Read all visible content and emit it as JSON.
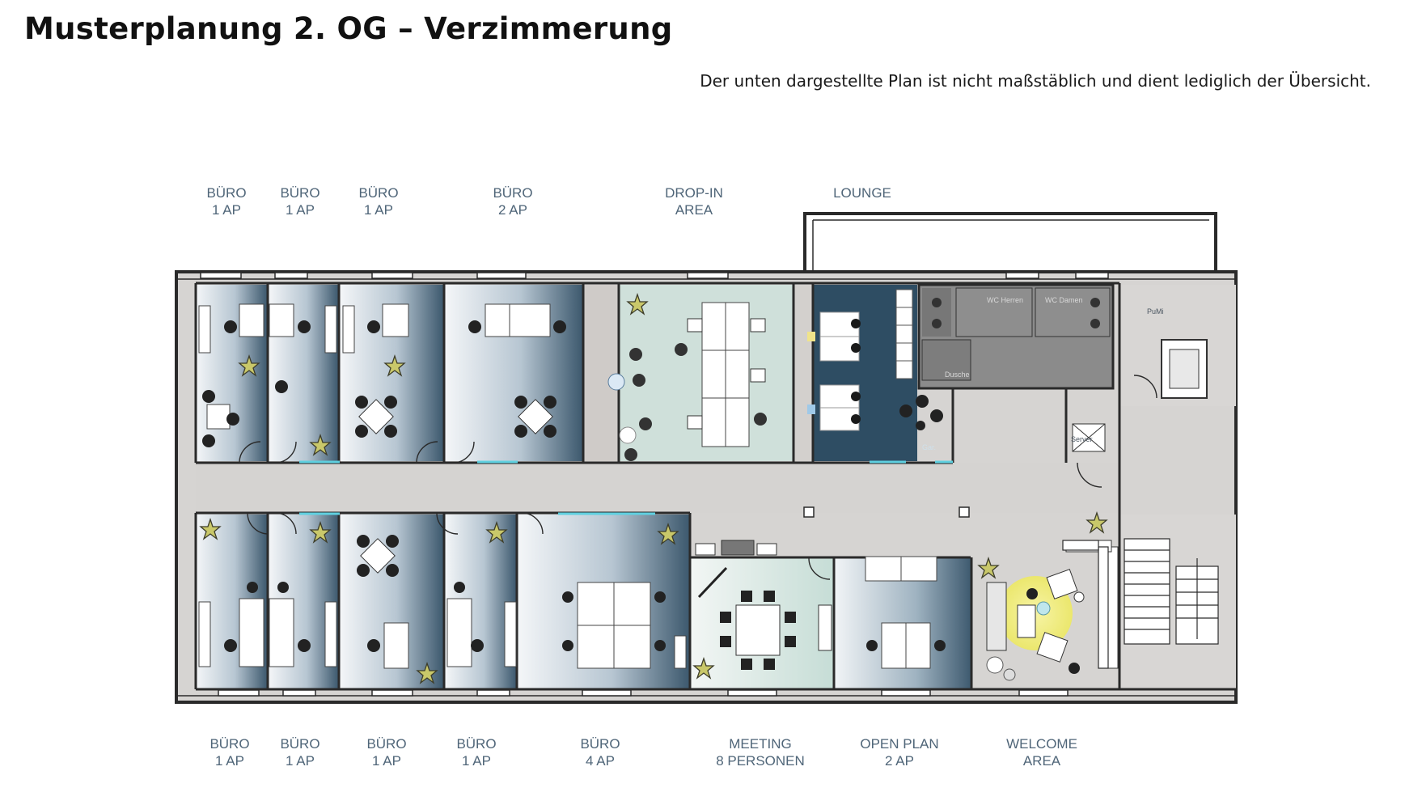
{
  "header": {
    "title": "Musterplanung 2. OG – Verzimmerung",
    "note": "Der unten dargestellte Plan ist nicht maßstäblich und dient lediglich der Übersicht."
  },
  "top_labels": [
    {
      "line1": "BÜRO",
      "line2": "1 AP"
    },
    {
      "line1": "BÜRO",
      "line2": "1 AP"
    },
    {
      "line1": "BÜRO",
      "line2": "1 AP"
    },
    {
      "line1": "BÜRO",
      "line2": "2 AP"
    },
    {
      "line1": "DROP-IN",
      "line2": "AREA"
    },
    {
      "line1": "LOUNGE",
      "line2": ""
    }
  ],
  "bottom_labels": [
    {
      "line1": "BÜRO",
      "line2": "1 AP"
    },
    {
      "line1": "BÜRO",
      "line2": "1 AP"
    },
    {
      "line1": "BÜRO",
      "line2": "1 AP"
    },
    {
      "line1": "BÜRO",
      "line2": "1 AP"
    },
    {
      "line1": "BÜRO",
      "line2": "4 AP"
    },
    {
      "line1": "MEETING",
      "line2": "8 PERSONEN"
    },
    {
      "line1": "OPEN PLAN",
      "line2": "2 AP"
    },
    {
      "line1": "WELCOME",
      "line2": "AREA"
    }
  ],
  "small_labels": {
    "wc_herren": "WC Herren",
    "wc_damen": "WC Damen",
    "dusche": "Dusche",
    "pumi": "PuMi",
    "server": "Server",
    "garderobe": "Gar."
  },
  "colors": {
    "office_dark": "#3f5b70",
    "office_light": "#eef2f5",
    "dropin": "#cfe0da",
    "lounge": "#2e4d63",
    "corridor": "#d5d3d1",
    "wall": "#2a2a2a",
    "welcome_yellow": "#f2ef8a",
    "glass": "#5fd0e0"
  }
}
